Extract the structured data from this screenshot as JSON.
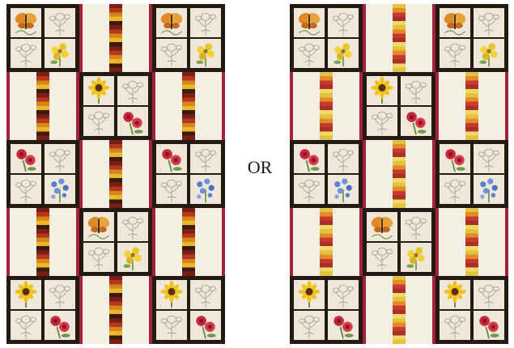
{
  "separator": {
    "text": "OR"
  },
  "colors": {
    "background": "#ffffff",
    "cream_fabric": "#f4efe3",
    "tile_background": "#efe8da",
    "frame_black": "#231a14",
    "rail_red": "#a3223a",
    "stripe_left": [
      "#7a1f14",
      "#d1871c",
      "#3b1c10",
      "#b8351e",
      "#f0b62a"
    ],
    "stripe_right": [
      "#e3c33e",
      "#c73a2e",
      "#f2d866",
      "#e58a2a",
      "#a82f2a"
    ]
  },
  "quilts": [
    {
      "variant": "left",
      "stripe_style": "dark floral",
      "columns": [
        [
          "B",
          "S",
          "B",
          "S",
          "B"
        ],
        [
          "S",
          "B",
          "S",
          "B",
          "S"
        ],
        [
          "B",
          "S",
          "B",
          "S",
          "B"
        ]
      ]
    },
    {
      "variant": "right",
      "stripe_style": "yellow floral",
      "columns": [
        [
          "B",
          "S",
          "B",
          "S",
          "B"
        ],
        [
          "S",
          "B",
          "S",
          "B",
          "S"
        ],
        [
          "B",
          "S",
          "B",
          "S",
          "B"
        ]
      ]
    }
  ],
  "motif_sets": {
    "outer": [
      [
        "butterfly-icon",
        "sketch-flower-icon",
        "sketch-flower-icon",
        "yellow-flower-icon"
      ],
      [
        "red-rose-icon",
        "sketch-flower-icon",
        "sketch-flower-icon",
        "blue-flower-icon"
      ],
      [
        "sunflower-icon",
        "sketch-flower-icon",
        "sketch-flower-icon",
        "red-rose-icon"
      ]
    ],
    "center": [
      [
        "sunflower-icon",
        "sketch-flower-icon",
        "sketch-flower-icon",
        "red-rose-icon"
      ],
      [
        "butterfly-icon",
        "sketch-flower-icon",
        "sketch-flower-icon",
        "yellow-flower-icon"
      ]
    ]
  }
}
